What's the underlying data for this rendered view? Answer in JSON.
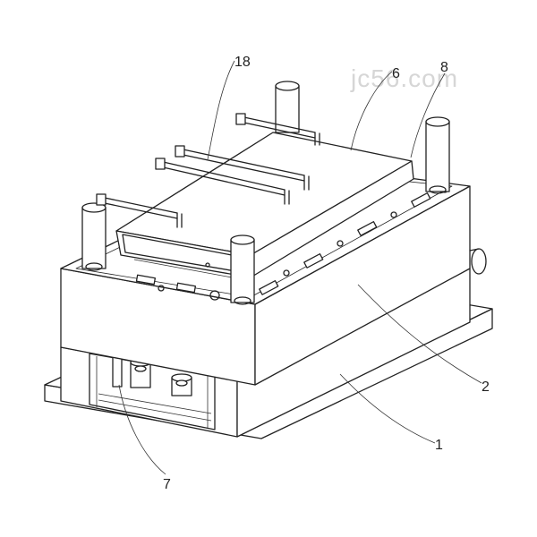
{
  "diagram": {
    "watermark": "jc56.com",
    "labels": {
      "p18": "18",
      "p6": "6",
      "p8": "8",
      "p2": "2",
      "p1": "1",
      "p7": "7"
    }
  }
}
